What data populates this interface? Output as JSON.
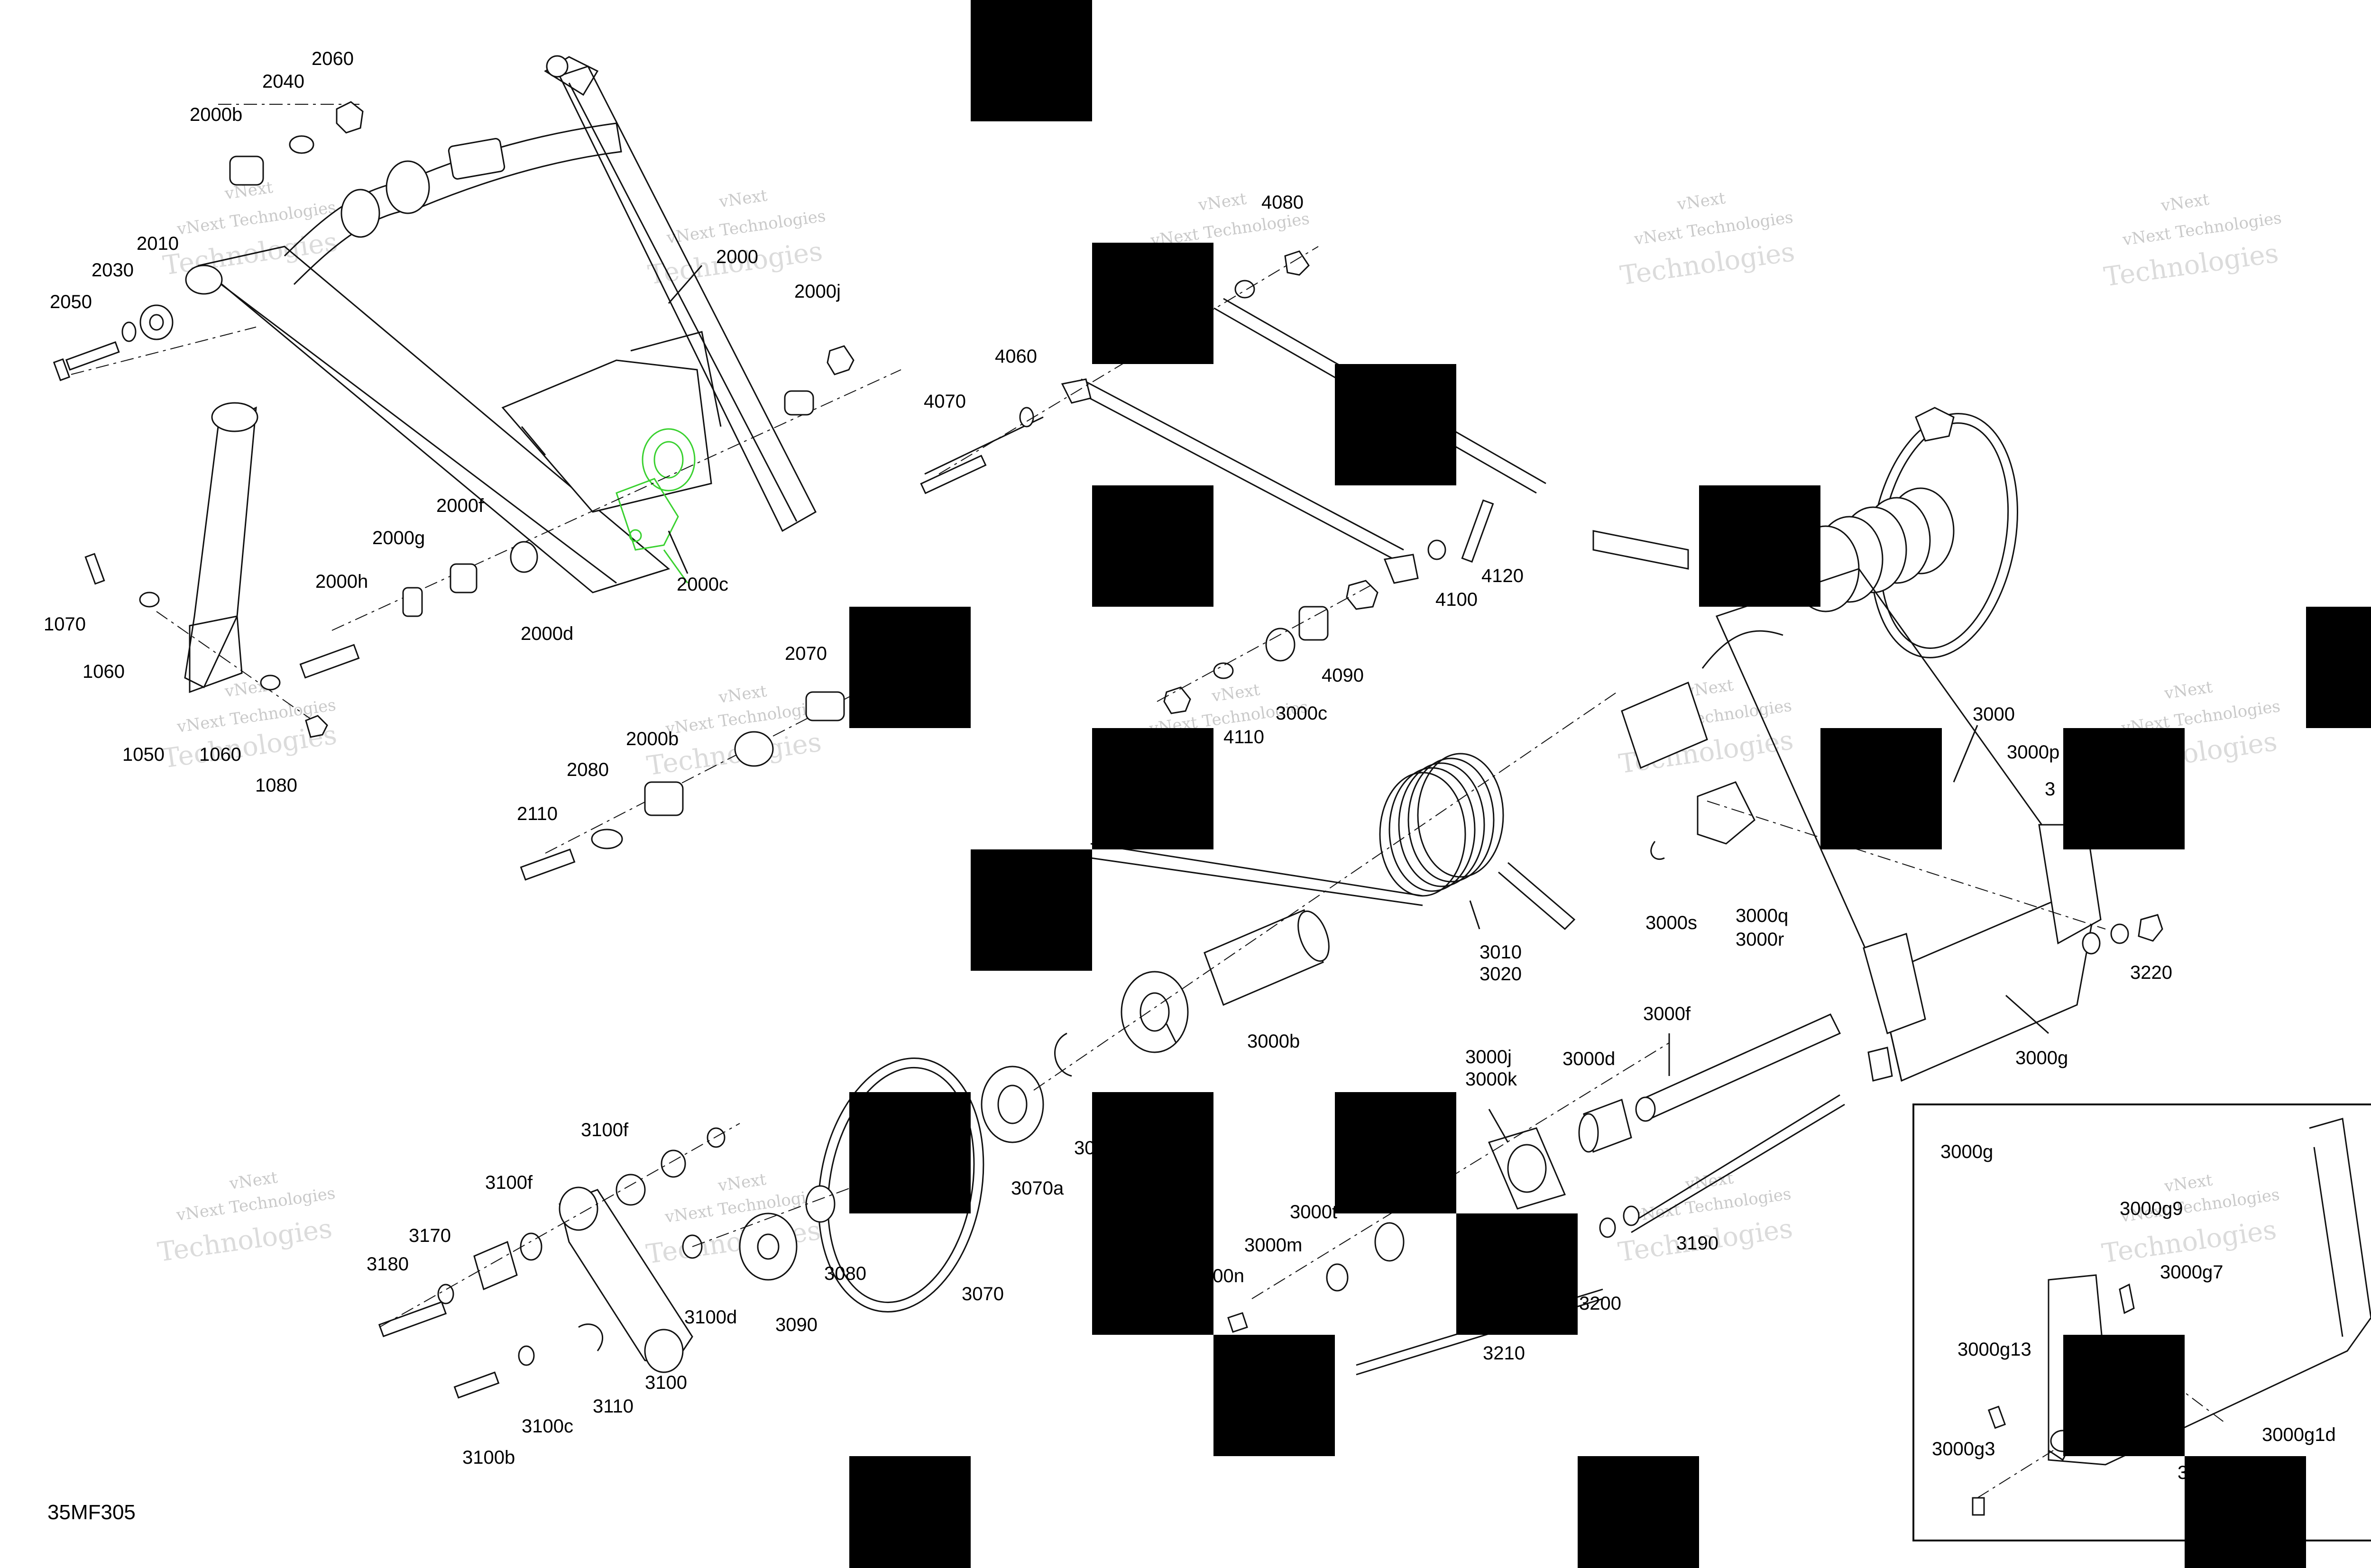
{
  "diagram_code": "35MF305",
  "watermark_line1": "vNext",
  "watermark_line2": "vNext Technologies",
  "watermark_line3": "Technologies",
  "labels": {
    "p2060": "2060",
    "p2040": "2040",
    "p2000b_top": "2000b",
    "p2010": "2010",
    "p2030": "2030",
    "p2050": "2050",
    "p2000": "2000",
    "p2000j": "2000j",
    "p2000f": "2000f",
    "p2000g": "2000g",
    "p2000h": "2000h",
    "p2000d": "2000d",
    "p2000c": "2000c",
    "p1070": "1070",
    "p1060a": "1060",
    "p1050": "1050",
    "p1060b": "1060",
    "p1080": "1080",
    "p2070": "2070",
    "p2000b_bot": "2000b",
    "p2080": "2080",
    "p2110": "2110",
    "p4080": "4080",
    "p4060": "4060",
    "p4070": "4070",
    "p4120": "4120",
    "p4100": "4100",
    "p4090": "4090",
    "p3000c": "3000c",
    "p4110": "4110",
    "p3000": "3000",
    "p3000p": "3000p",
    "p3000s": "3000s",
    "p3000q": "3000q",
    "p3000r": "3000r",
    "p3010": "3010",
    "p3020": "3020",
    "p3220": "3220",
    "p3000b": "3000b",
    "p3000f": "3000f",
    "p3000g": "3000g",
    "p3000j": "3000j",
    "p3000k": "3000k",
    "p3000d": "3000d",
    "p3070a": "3070a",
    "p3070": "3070",
    "p3080": "3080",
    "p3090": "3090",
    "p3100d": "3100d",
    "p3100f_a": "3100f",
    "p3100f_b": "3100f",
    "p3170": "3170",
    "p3180": "3180",
    "p3100": "3100",
    "p3110": "3110",
    "p3100c": "3100c",
    "p3100b": "3100b",
    "p3000m": "3000m",
    "p3200": "3200",
    "p3210": "3210",
    "p3190": "3190",
    "inset_3000g": "3000g",
    "p3000g9": "3000g9",
    "p3000g7": "3000g7",
    "p3000g13": "3000g13",
    "p3000g1d": "3000g1d",
    "p3000g3": "3000g3"
  },
  "partial_labels": {
    "p30_frag": "30",
    "p3000t_frag": "3000t",
    "p3000n_frag": "000n",
    "p3_frag": "3",
    "p3_right_frag": "3",
    "p0_frag": "0"
  },
  "colors": {
    "line": "#111111",
    "highlight": "#39d12f",
    "watermark": "#b8b8b8",
    "redaction": "#000000"
  }
}
